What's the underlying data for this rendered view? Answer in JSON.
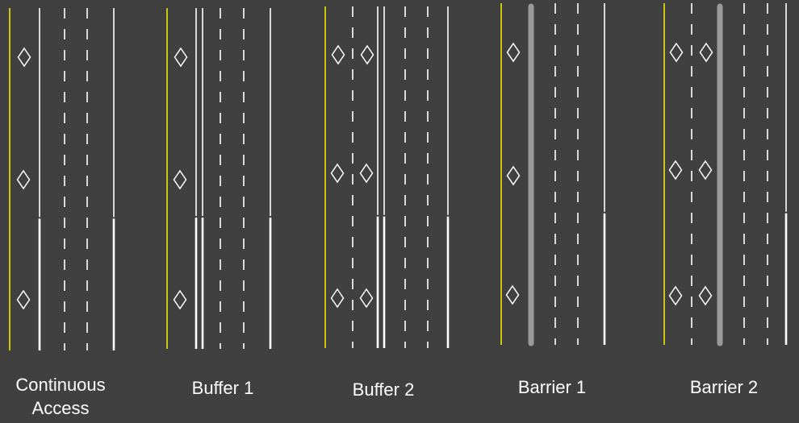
{
  "colors": {
    "background": "#404040",
    "edge_line": "#f2e600",
    "lane_line": "#ffffff",
    "barrier": "#9a9a9a",
    "diamond": "#ffffff",
    "caption": "#ffffff"
  },
  "panels": [
    {
      "id": "continuous-access",
      "caption_lines": [
        "Continuous",
        "Access"
      ],
      "lines": [
        "edge",
        "solid-upper-solid-lower",
        "dashed",
        "dashed",
        "solid-upper-solid-lower"
      ],
      "diamond_icon_columns": 1
    },
    {
      "id": "buffer-1",
      "caption_lines": [
        "Buffer 1"
      ],
      "lines": [
        "edge",
        "double-solid",
        "dashed",
        "dashed",
        "solid-upper-solid-lower"
      ],
      "diamond_icon_columns": 1
    },
    {
      "id": "buffer-2",
      "caption_lines": [
        "Buffer 2"
      ],
      "lines": [
        "edge",
        "dashed",
        "double-solid",
        "dashed",
        "dashed",
        "solid-upper-solid-lower"
      ],
      "diamond_icon_columns": 2
    },
    {
      "id": "barrier-1",
      "caption_lines": [
        "Barrier 1"
      ],
      "lines": [
        "edge",
        "barrier",
        "dashed",
        "dashed",
        "solid-upper-solid-lower"
      ],
      "diamond_icon_columns": 1
    },
    {
      "id": "barrier-2",
      "caption_lines": [
        "Barrier 2"
      ],
      "lines": [
        "edge",
        "dashed",
        "barrier",
        "dashed",
        "dashed",
        "solid-upper-solid-lower"
      ],
      "diamond_icon_columns": 2
    }
  ]
}
